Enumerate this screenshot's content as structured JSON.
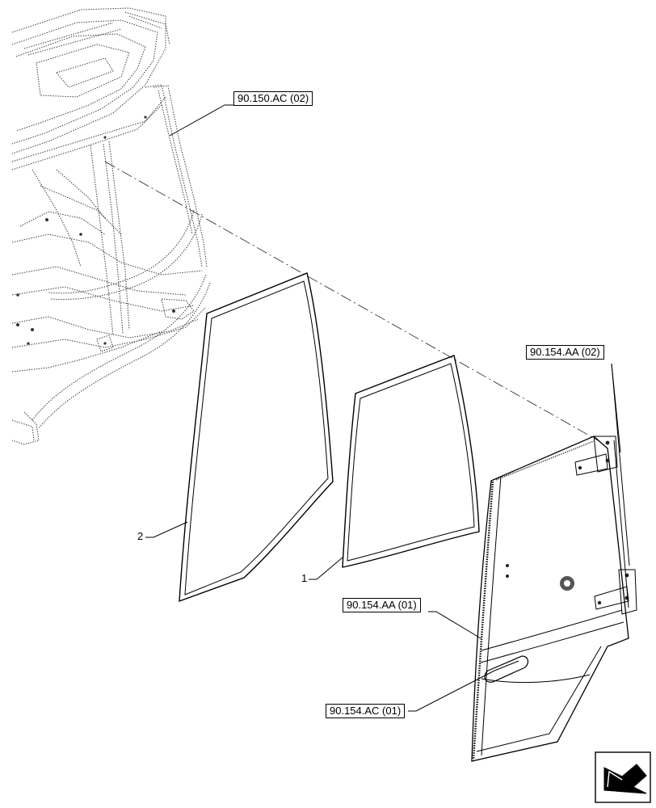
{
  "diagram": {
    "refs": {
      "cab_frame": "90.150.AC (02)",
      "hinges": "90.154.AA (02)",
      "door": "90.154.AA (01)",
      "handle": "90.154.AC (01)"
    },
    "items": {
      "outer_seal": "2",
      "glass": "1"
    },
    "icons": {
      "nav": "arrow-icon"
    }
  }
}
